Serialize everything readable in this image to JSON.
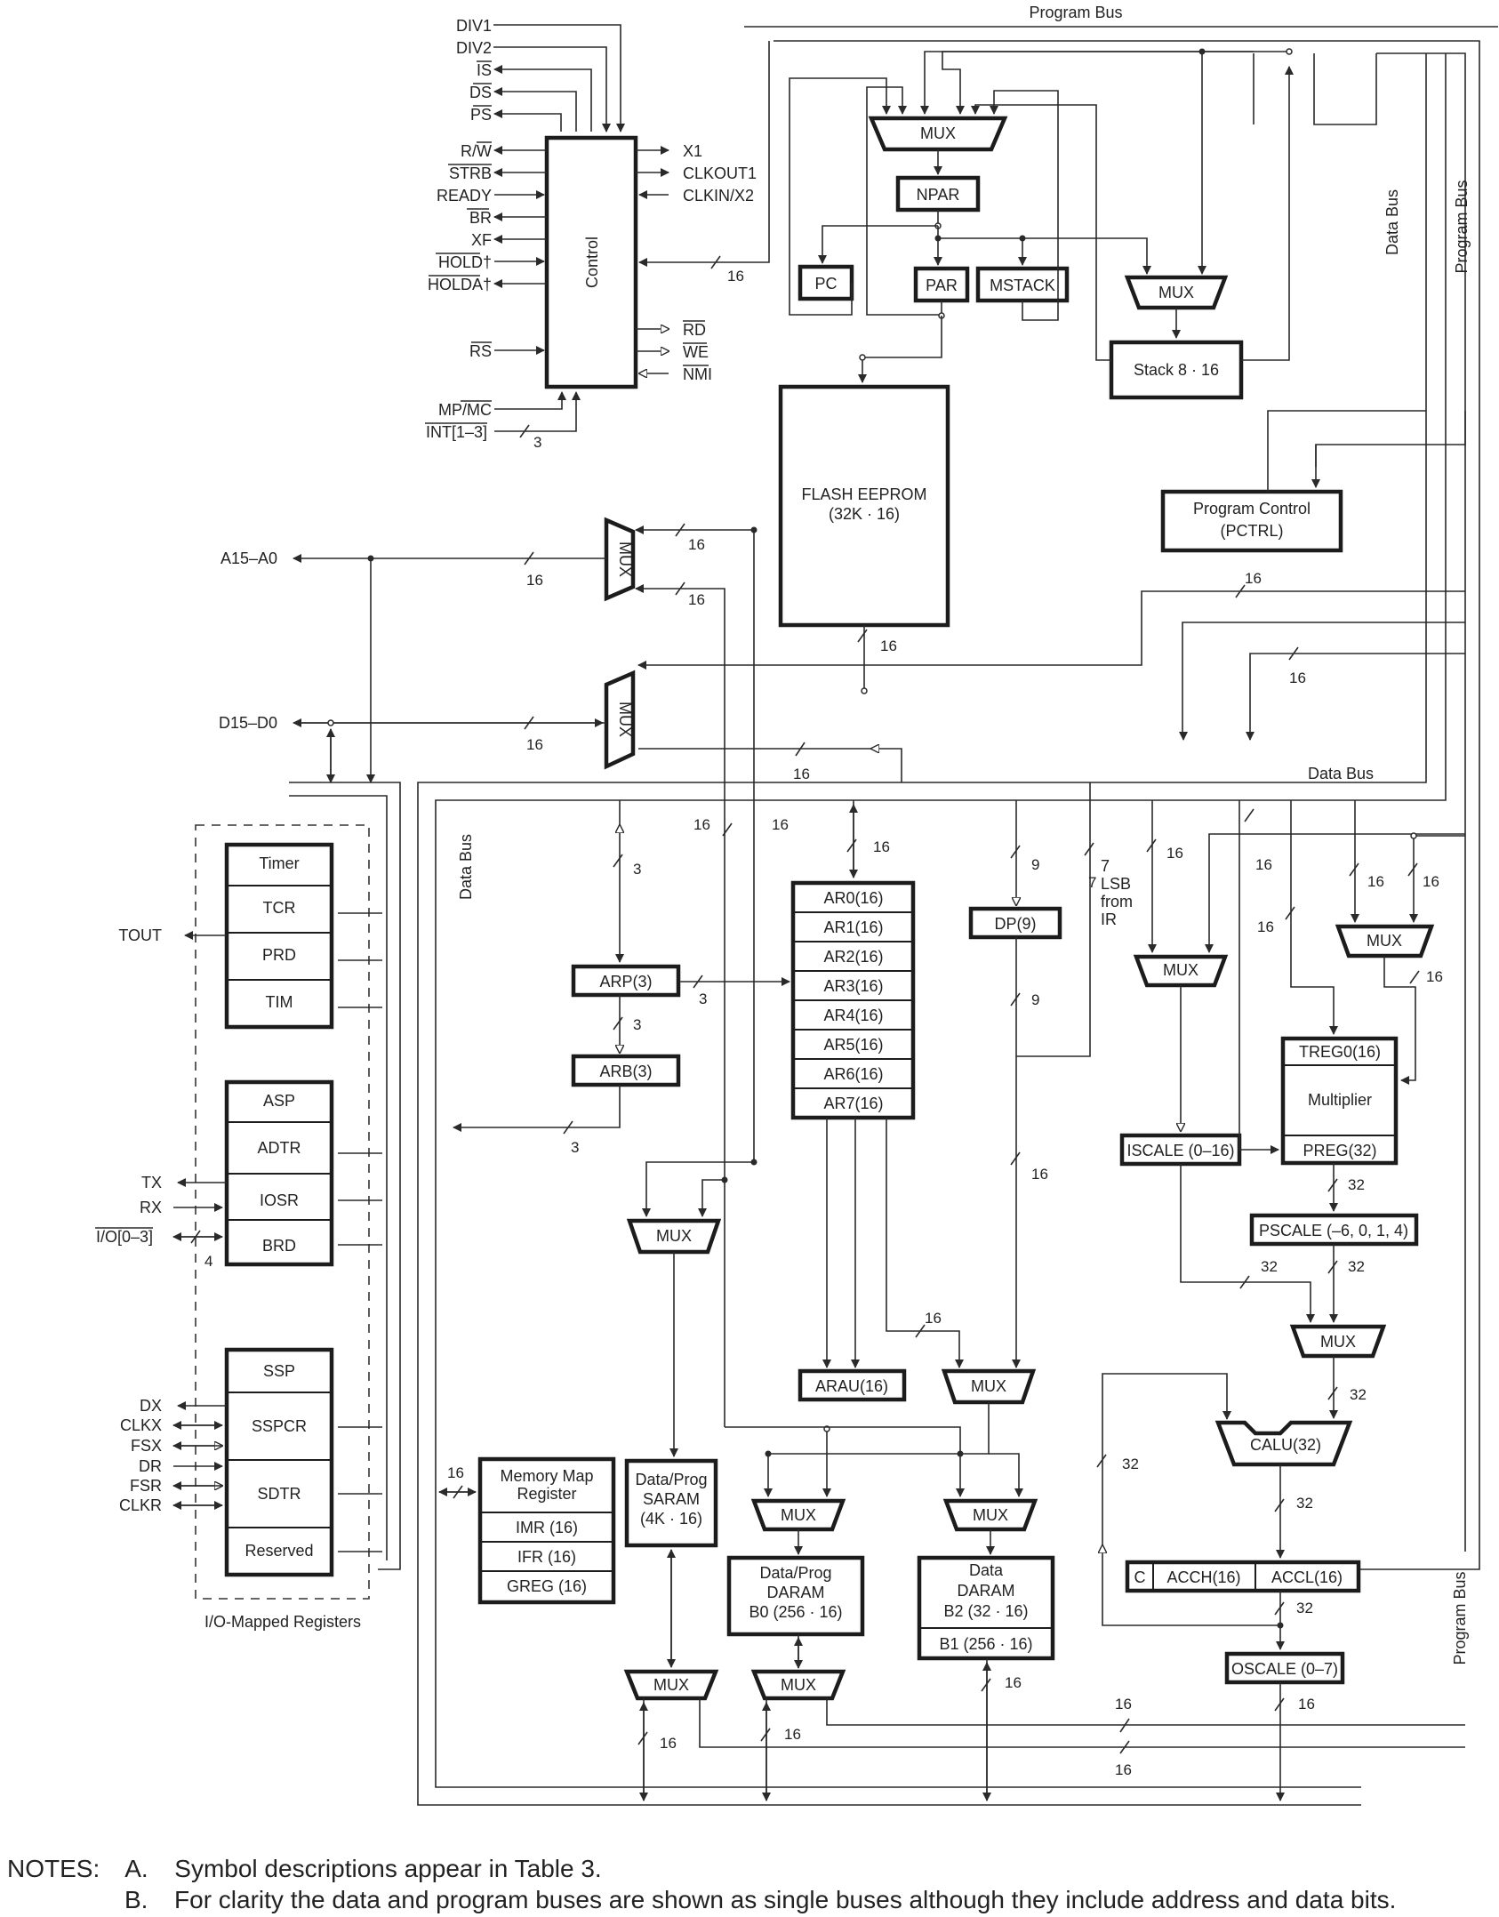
{
  "bus_labels": {
    "program_bus_top": "Program Bus",
    "data_bus_right_vertical": "Data Bus",
    "program_bus_right_vertical": "Program Bus",
    "data_bus_mid": "Data Bus",
    "data_bus_left_vertical": "Data Bus",
    "program_bus_bottom_right": "Program Bus"
  },
  "control_block": {
    "title": "Control",
    "left_signals": [
      "DIV1",
      "DIV2",
      "IS",
      "DS",
      "PS",
      "R/W",
      "STRB",
      "READY",
      "BR",
      "XF",
      "HOLD†",
      "HOLDA†",
      "RS",
      "MP/MC",
      "INT[1–3]"
    ],
    "right_signals": [
      "X1",
      "CLKOUT1",
      "CLKIN/X2",
      "RD",
      "WE",
      "NMI"
    ],
    "int_width": "3"
  },
  "program_section": {
    "mux": "MUX",
    "npar": "NPAR",
    "pc": "PC",
    "par": "PAR",
    "mstack": "MSTACK",
    "mux2": "MUX",
    "stack": "Stack 8 · 16",
    "flash_title": "FLASH EEPROM",
    "flash_size": "(32K · 16)",
    "pctrl_title": "Program Control",
    "pctrl_sub": "(PCTRL)"
  },
  "external": {
    "address_bus": "A15–A0",
    "data_bus": "D15–D0",
    "mux_addr": "MUX",
    "mux_data": "MUX"
  },
  "io_registers": {
    "group_label": "I/O-Mapped Registers",
    "timer_group": [
      "Timer",
      "TCR",
      "PRD",
      "TIM"
    ],
    "async_group": [
      "ASP",
      "ADTR",
      "IOSR",
      "BRD"
    ],
    "sync_group": [
      "SSP",
      "SSPCR",
      "SDTR",
      "Reserved"
    ],
    "tout": "TOUT",
    "async_pins": [
      "TX",
      "RX",
      "I/O[0–3]"
    ],
    "io_width": "4",
    "sync_pins": [
      "DX",
      "CLKX",
      "FSX",
      "DR",
      "FSR",
      "CLKR"
    ]
  },
  "auxiliary": {
    "arp": "ARP(3)",
    "arb": "ARB(3)",
    "ar_registers": [
      "AR0(16)",
      "AR1(16)",
      "AR2(16)",
      "AR3(16)",
      "AR4(16)",
      "AR5(16)",
      "AR6(16)",
      "AR7(16)"
    ],
    "arau": "ARAU(16)",
    "dp": "DP(9)",
    "lsb_label": [
      "7",
      "LSB",
      "from",
      "IR"
    ],
    "mux_a": "MUX",
    "mux_b": "MUX"
  },
  "memory": {
    "mmr_title_1": "Memory Map",
    "mmr_title_2": "Register",
    "mmr_regs": [
      "IMR (16)",
      "IFR (16)",
      "GREG (16)"
    ],
    "saram": [
      "Data/Prog",
      "SARAM",
      "(4K · 16)"
    ],
    "daram_b0": [
      "Data/Prog",
      "DARAM",
      "B0 (256 · 16)"
    ],
    "daram_b1b2": [
      "Data",
      "DARAM",
      "B2 (32 · 16)",
      "B1 (256 · 16)"
    ],
    "mux_b0_top": "MUX",
    "mux_b1_top": "MUX",
    "mux_saram_bot": "MUX",
    "mux_b0_bot": "MUX"
  },
  "alu_section": {
    "mux_iscale": "MUX",
    "iscale": "ISCALE (0–16)",
    "mux_treg": "MUX",
    "treg": "TREG0(16)",
    "multiplier": "Multiplier",
    "preg": "PREG(32)",
    "pscale": "PSCALE (–6, 0, 1, 4)",
    "mux_calu": "MUX",
    "calu": "CALU(32)",
    "acc_c": "C",
    "acch": "ACCH(16)",
    "accl": "ACCL(16)",
    "oscale": "OSCALE (0–7)"
  },
  "widths": {
    "w16": "16",
    "w32": "32",
    "w9": "9",
    "w3": "3",
    "w7": "7"
  },
  "notes": {
    "label": "NOTES:",
    "a_letter": "A.",
    "a_text": "Symbol descriptions appear in Table 3.",
    "b_letter": "B.",
    "b_text": "For clarity the data and program buses are shown as single buses although they include address and data bits."
  }
}
